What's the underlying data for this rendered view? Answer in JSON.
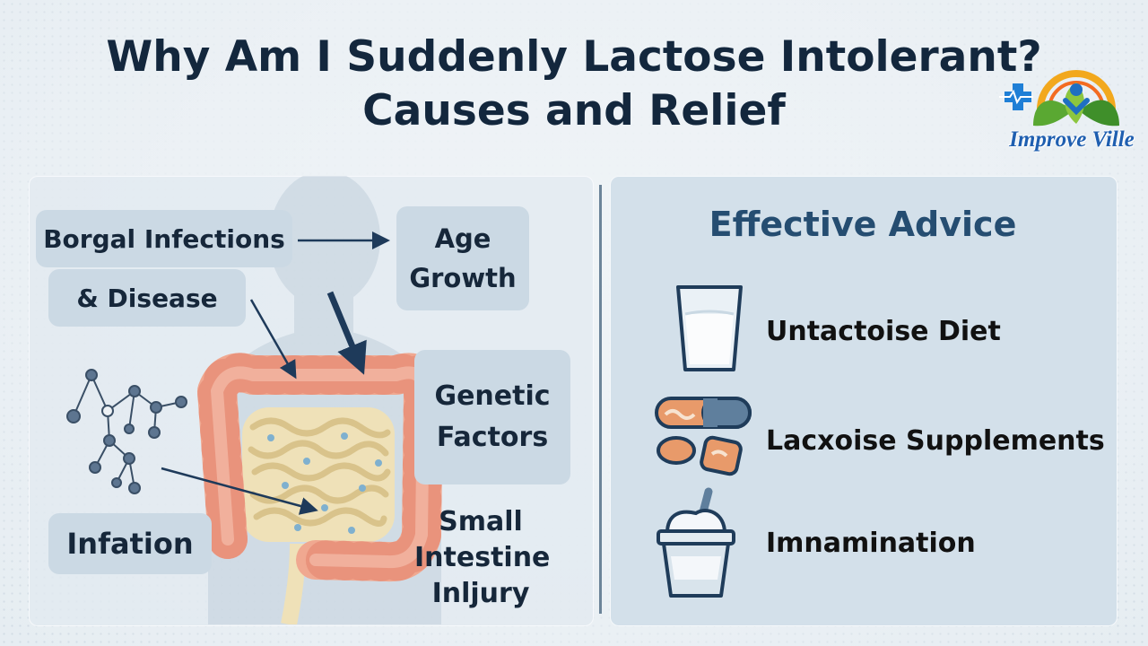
{
  "title": {
    "line1": "Why Am I Suddenly Lactose Intolerant?",
    "line2": "Causes and Relief"
  },
  "logo": {
    "text": "Improve Ville"
  },
  "causes": {
    "borgal": "Borgal Infections",
    "disease": "& Disease",
    "age": "Age Growth",
    "genetic": "Genetic Factors",
    "infation": "Infation",
    "injury": "Small Intestine Inljury"
  },
  "advice": {
    "title": "Effective Advice",
    "items": [
      {
        "label": "Untactoise Diet",
        "icon": "milk-glass-icon"
      },
      {
        "label": "Lacxoise Supplements",
        "icon": "supplement-pills-icon"
      },
      {
        "label": "Imnamination",
        "icon": "yogurt-cup-icon"
      }
    ]
  },
  "colors": {
    "accent": "#254d71",
    "title": "#13273d",
    "intestine": "#f0a890"
  }
}
